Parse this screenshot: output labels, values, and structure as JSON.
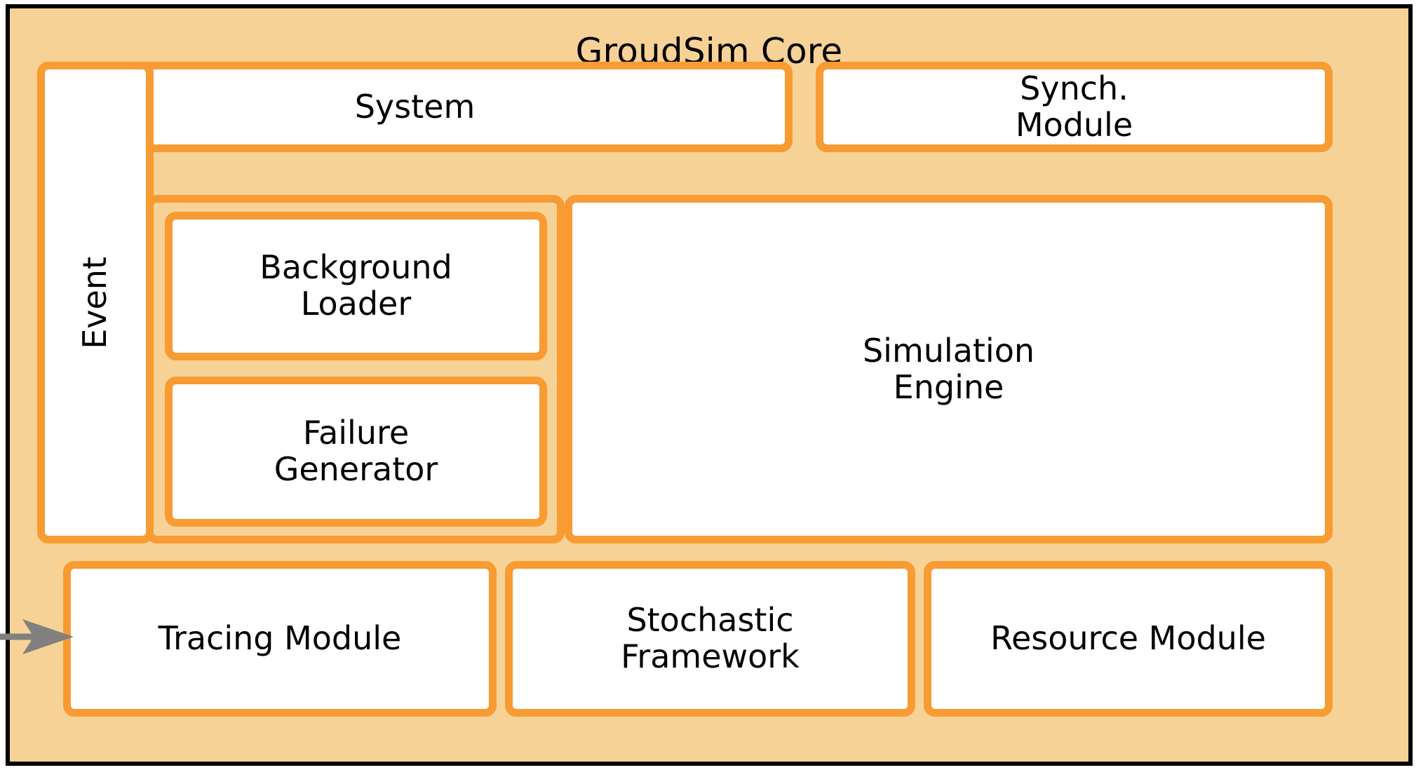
{
  "diagram": {
    "title": "GroudSim Core",
    "background_color": "#F7D297",
    "accent_color": "#F79B32",
    "card_fill": "#FFFFFF",
    "border_color": "#000000",
    "arrow_color": "#808080"
  },
  "rows": {
    "top": [
      {
        "id": "system",
        "label": "System"
      },
      {
        "id": "synch_module",
        "label": "Synch.\nModule",
        "line1": "Synch.",
        "line2": "Module"
      }
    ],
    "middle": {
      "event_column": {
        "id": "event",
        "label": "Event",
        "orientation": "vertical"
      },
      "stack": [
        {
          "id": "background_loader",
          "line1": "Background",
          "line2": "Loader"
        },
        {
          "id": "failure_generator",
          "line1": "Failure",
          "line2": "Generator"
        }
      ],
      "engine": {
        "id": "simulation_engine",
        "line1": "Simulation",
        "line2": "Engine"
      }
    },
    "bottom": [
      {
        "id": "tracing_module",
        "label": "Tracing Module"
      },
      {
        "id": "stochastic_framework",
        "line1": "Stochastic",
        "line2": "Framework"
      },
      {
        "id": "resource_module",
        "label": "Resource Module"
      }
    ]
  },
  "connectors": [
    {
      "id": "incoming-event-arrow",
      "from": "external",
      "to": "tracing_module",
      "direction": "right"
    }
  ]
}
